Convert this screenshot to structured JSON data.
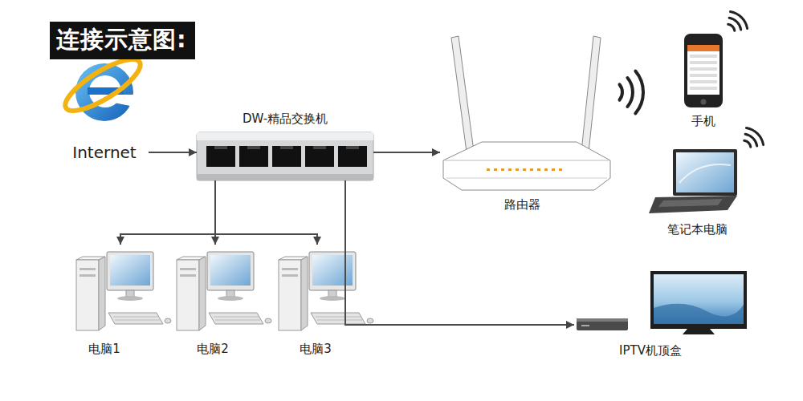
{
  "diagram": {
    "title": "连接示意图:",
    "nodes": [
      {
        "text": [
          "Internet"
        ]
      },
      {
        "text": [
          "DW-精品交换机"
        ]
      },
      {
        "text": [
          "路由器"
        ]
      },
      {
        "text": [
          "手机"
        ]
      },
      {
        "text": [
          "笔记本电脑"
        ]
      },
      {
        "text": [
          "电脑1"
        ]
      },
      {
        "text": [
          "电脑2"
        ]
      },
      {
        "text": [
          "电脑3"
        ]
      },
      {
        "text": [
          "IPTV机顶盒"
        ]
      }
    ],
    "edges": [
      {
        "from": 0,
        "to": 1,
        "arrow": "to"
      },
      {
        "from": 1,
        "to": 2,
        "arrow": "to"
      },
      {
        "from": 1,
        "to": 5,
        "arrow": "to"
      },
      {
        "from": 1,
        "to": 6,
        "arrow": "to"
      },
      {
        "from": 1,
        "to": 7,
        "arrow": "to"
      },
      {
        "from": 1,
        "to": 8,
        "arrow": "to"
      }
    ]
  }
}
